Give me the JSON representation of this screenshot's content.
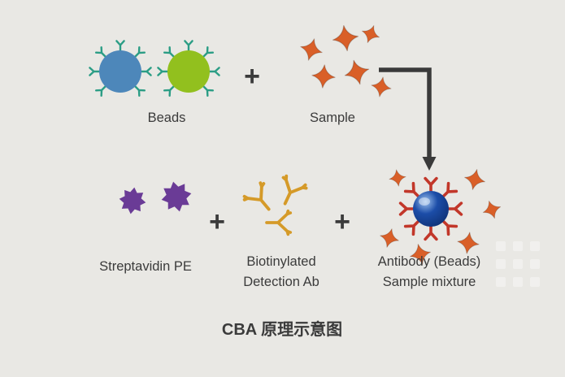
{
  "title": "CBA 原理示意图",
  "labels": {
    "beads": "Beads",
    "sample": "Sample",
    "plus": "+",
    "streptavidin_pe": "Streptavidin PE",
    "biotinylated_line1": "Biotinylated",
    "biotinylated_line2": "Detection Ab",
    "mixture_line1": "Antibody (Beads)",
    "mixture_line2": "Sample mixture"
  },
  "colors": {
    "background": "#e9e8e4",
    "text": "#3b3b3b",
    "arrow": "#3a3a3a",
    "bead_blue": "#4d87ba",
    "bead_green": "#92c01e",
    "capture_antibody_teal": "#2b9d85",
    "sample_star_orange": "#d95f28",
    "streptavidin_purple": "#6a3b96",
    "detection_antibody_gold": "#d59a28",
    "mixture_bead_blue": "#1c4da8",
    "bound_antibody_red": "#c2372a"
  }
}
